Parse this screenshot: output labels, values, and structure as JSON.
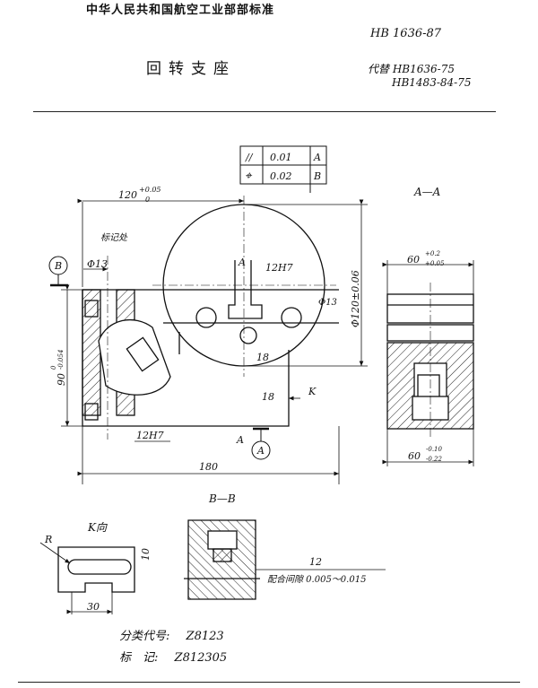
{
  "header": {
    "organization": "中华人民共和国航空工业部部标准",
    "standard_code": "HB 1636-87",
    "title": "回转支座",
    "replaces_label": "代替",
    "replaces_1": "HB1636-75",
    "replaces_2": "HB1483-84-75"
  },
  "drawing": {
    "tolerance_frame": {
      "row1": {
        "symbol": "//",
        "value": "0.01",
        "datum": "A"
      },
      "row2": {
        "symbol": "⌖",
        "value": "0.02",
        "datum": "B"
      }
    },
    "dims": {
      "top_width": "120",
      "top_width_tol_upper": "+0.05",
      "top_width_tol_lower": "0",
      "diameter_120": "Φ120±0.06",
      "height_90": "90",
      "height_90_tol_upper": "0",
      "height_90_tol_lower": "-0.054",
      "hole_13_left": "Φ13",
      "hole_13_right": "Φ13",
      "slot_12h7_top": "12H7",
      "slot_12h7_bottom": "12H7",
      "label_18_upper": "18",
      "label_18_lower": "18",
      "total_width": "180",
      "side_width_top": "60",
      "side_width_top_tol_upper": "+0.2",
      "side_width_top_tol_lower": "+0.05",
      "side_width_bottom": "60",
      "side_width_bottom_tol_upper": "-0.10",
      "side_width_bottom_tol_lower": "-0.22",
      "k_dim_10": "10",
      "k_dim_30": "30",
      "bb_dim_12": "12",
      "radius": "R"
    },
    "labels": {
      "marking": "标记处",
      "datum_a": "A",
      "datum_b": "B",
      "section_marker_a": "A",
      "section_marker_a_bottom": "A",
      "k_arrow": "K",
      "view_aa": "A—A",
      "view_bb": "B—B",
      "view_k": "K向",
      "fit_clearance": "配合间隙 0.005～0.015"
    }
  },
  "classification": {
    "code_label": "分类代号:",
    "code_value": "Z8123",
    "mark_label": "标　记:",
    "mark_value": "Z812305"
  }
}
